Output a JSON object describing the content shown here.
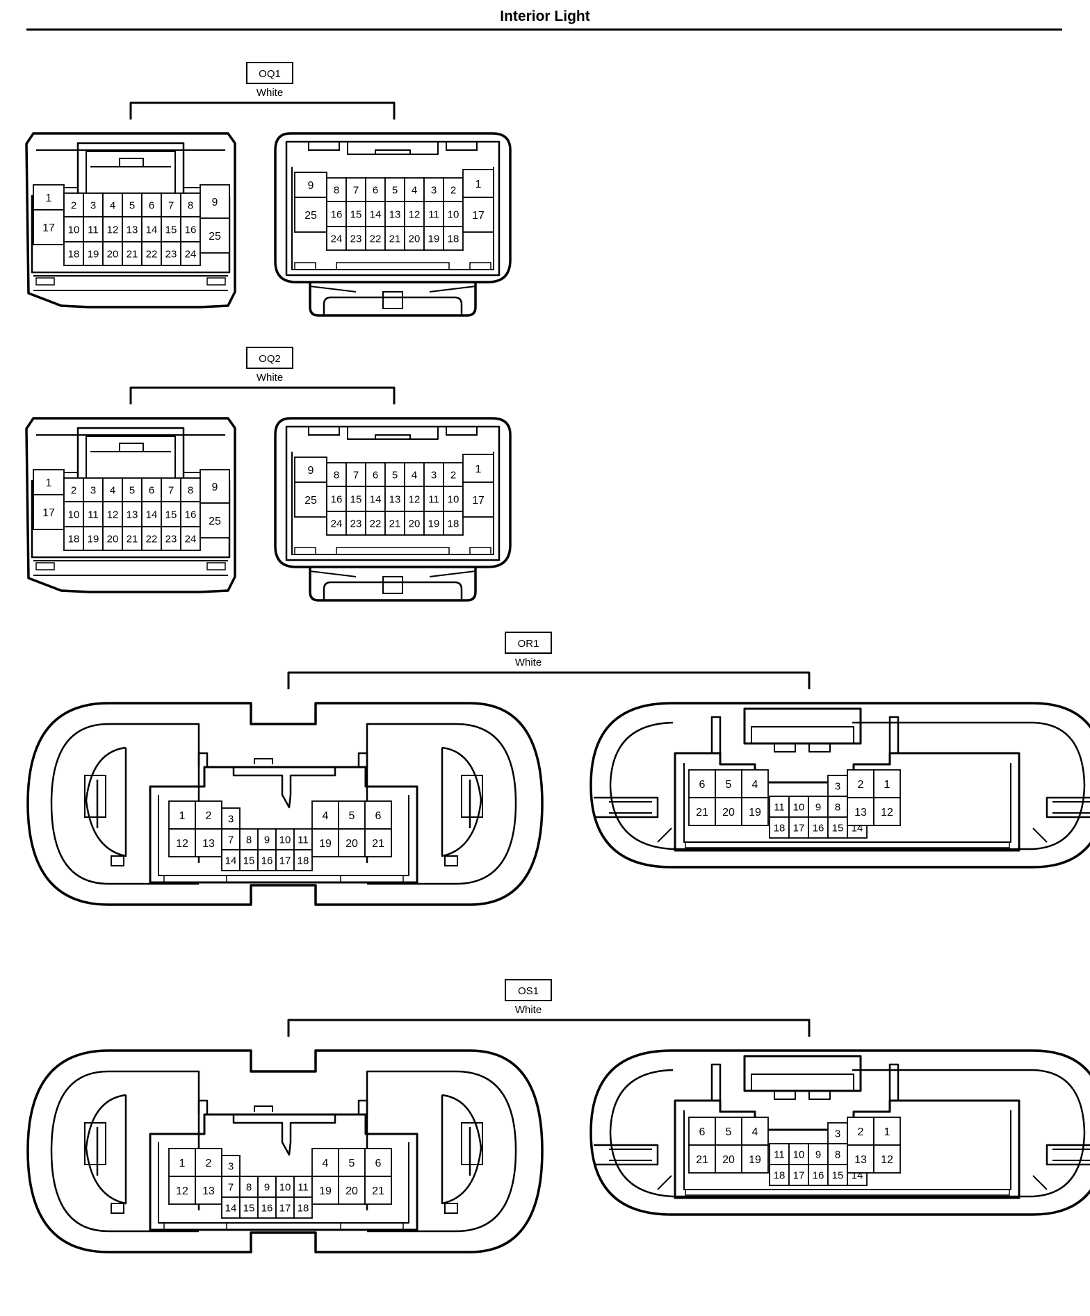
{
  "page": {
    "title": "Interior Light"
  },
  "connectors": [
    {
      "id": "OQ1",
      "color": "White",
      "female": {
        "left": [
          "1",
          "17"
        ],
        "top": [
          "2",
          "3",
          "4",
          "5",
          "6",
          "7",
          "8"
        ],
        "mid": [
          "10",
          "11",
          "12",
          "13",
          "14",
          "15",
          "16"
        ],
        "bot": [
          "18",
          "19",
          "20",
          "21",
          "22",
          "23",
          "24"
        ],
        "right": [
          "9",
          "25"
        ]
      },
      "male": {
        "left": [
          "9",
          "25"
        ],
        "top": [
          "8",
          "7",
          "6",
          "5",
          "4",
          "3",
          "2"
        ],
        "mid": [
          "16",
          "15",
          "14",
          "13",
          "12",
          "11",
          "10"
        ],
        "bot": [
          "24",
          "23",
          "22",
          "21",
          "20",
          "19",
          "18"
        ],
        "right": [
          "1",
          "17"
        ]
      }
    },
    {
      "id": "OQ2",
      "color": "White",
      "female": {
        "left": [
          "1",
          "17"
        ],
        "top": [
          "2",
          "3",
          "4",
          "5",
          "6",
          "7",
          "8"
        ],
        "mid": [
          "10",
          "11",
          "12",
          "13",
          "14",
          "15",
          "16"
        ],
        "bot": [
          "18",
          "19",
          "20",
          "21",
          "22",
          "23",
          "24"
        ],
        "right": [
          "9",
          "25"
        ]
      },
      "male": {
        "left": [
          "9",
          "25"
        ],
        "top": [
          "8",
          "7",
          "6",
          "5",
          "4",
          "3",
          "2"
        ],
        "mid": [
          "16",
          "15",
          "14",
          "13",
          "12",
          "11",
          "10"
        ],
        "bot": [
          "24",
          "23",
          "22",
          "21",
          "20",
          "19",
          "18"
        ],
        "right": [
          "1",
          "17"
        ]
      }
    },
    {
      "id": "OR1",
      "color": "White",
      "female": {
        "leftBlock": [
          [
            "1",
            "2"
          ],
          [
            "12",
            "13"
          ]
        ],
        "p3": "3",
        "mid": [
          "7",
          "8",
          "9",
          "10",
          "11"
        ],
        "bot": [
          "14",
          "15",
          "16",
          "17",
          "18"
        ],
        "rightBlock": [
          [
            "4",
            "5",
            "6"
          ],
          [
            "19",
            "20",
            "21"
          ]
        ]
      },
      "male": {
        "leftBlock": [
          [
            "6",
            "5",
            "4"
          ],
          [
            "21",
            "20",
            "19"
          ]
        ],
        "p3": "3",
        "mid": [
          "11",
          "10",
          "9",
          "8",
          "7"
        ],
        "bot": [
          "18",
          "17",
          "16",
          "15",
          "14"
        ],
        "rightBlock": [
          [
            "2",
            "1"
          ],
          [
            "13",
            "12"
          ]
        ]
      }
    },
    {
      "id": "OS1",
      "color": "White",
      "female": {
        "leftBlock": [
          [
            "1",
            "2"
          ],
          [
            "12",
            "13"
          ]
        ],
        "p3": "3",
        "mid": [
          "7",
          "8",
          "9",
          "10",
          "11"
        ],
        "bot": [
          "14",
          "15",
          "16",
          "17",
          "18"
        ],
        "rightBlock": [
          [
            "4",
            "5",
            "6"
          ],
          [
            "19",
            "20",
            "21"
          ]
        ]
      },
      "male": {
        "leftBlock": [
          [
            "6",
            "5",
            "4"
          ],
          [
            "21",
            "20",
            "19"
          ]
        ],
        "p3": "3",
        "mid": [
          "11",
          "10",
          "9",
          "8",
          "7"
        ],
        "bot": [
          "18",
          "17",
          "16",
          "15",
          "14"
        ],
        "rightBlock": [
          [
            "2",
            "1"
          ],
          [
            "13",
            "12"
          ]
        ]
      }
    }
  ]
}
